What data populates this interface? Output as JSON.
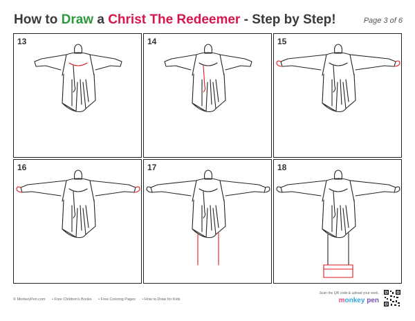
{
  "header": {
    "title_prefix": "How to ",
    "title_draw": "Draw",
    "title_a": " a ",
    "title_subject": "Christ The Redeemer",
    "title_suffix": " - Step by Step!",
    "page": "Page 3 of 6",
    "colors": {
      "draw": "#2a9a3c",
      "subject": "#d8154b",
      "text": "#3a3a3a"
    }
  },
  "steps": [
    {
      "number": "13"
    },
    {
      "number": "14"
    },
    {
      "number": "15"
    },
    {
      "number": "16"
    },
    {
      "number": "17"
    },
    {
      "number": "18"
    }
  ],
  "footer": {
    "copyright": "© MonkeyPen.com",
    "links": [
      "• Free Children's Books",
      "• Free Coloring Pages",
      "• How to Draw for Kids"
    ],
    "scan": "Scan the QR code & upload your work.",
    "brand": [
      "m",
      "onkey",
      " ",
      "pen"
    ]
  },
  "accent_color": "#e0161e"
}
